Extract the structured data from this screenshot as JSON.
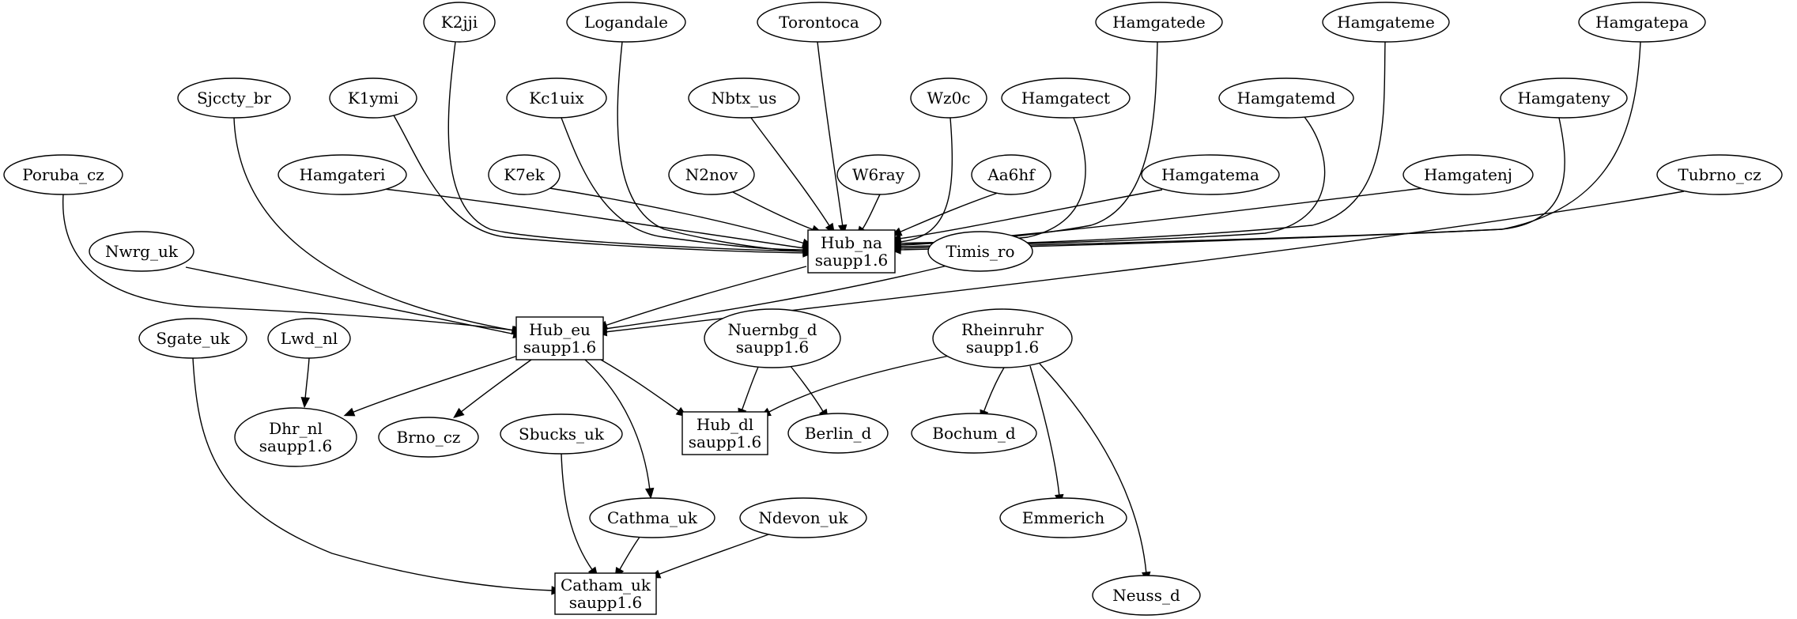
{
  "nodes": [
    {
      "id": "k2jji",
      "shape": "ellipse",
      "lines": [
        "K2jji"
      ]
    },
    {
      "id": "logandale",
      "shape": "ellipse",
      "lines": [
        "Logandale"
      ]
    },
    {
      "id": "torontoca",
      "shape": "ellipse",
      "lines": [
        "Torontoca"
      ]
    },
    {
      "id": "hamgatede",
      "shape": "ellipse",
      "lines": [
        "Hamgatede"
      ]
    },
    {
      "id": "hamgateme",
      "shape": "ellipse",
      "lines": [
        "Hamgateme"
      ]
    },
    {
      "id": "hamgatepa",
      "shape": "ellipse",
      "lines": [
        "Hamgatepa"
      ]
    },
    {
      "id": "sjccty_br",
      "shape": "ellipse",
      "lines": [
        "Sjccty_br"
      ]
    },
    {
      "id": "k1ymi",
      "shape": "ellipse",
      "lines": [
        "K1ymi"
      ]
    },
    {
      "id": "kc1uix",
      "shape": "ellipse",
      "lines": [
        "Kc1uix"
      ]
    },
    {
      "id": "nbtx_us",
      "shape": "ellipse",
      "lines": [
        "Nbtx_us"
      ]
    },
    {
      "id": "wz0c",
      "shape": "ellipse",
      "lines": [
        "Wz0c"
      ]
    },
    {
      "id": "hamgatect",
      "shape": "ellipse",
      "lines": [
        "Hamgatect"
      ]
    },
    {
      "id": "hamgatemd",
      "shape": "ellipse",
      "lines": [
        "Hamgatemd"
      ]
    },
    {
      "id": "hamgateny",
      "shape": "ellipse",
      "lines": [
        "Hamgateny"
      ]
    },
    {
      "id": "poruba_cz",
      "shape": "ellipse",
      "lines": [
        "Poruba_cz"
      ]
    },
    {
      "id": "hamgateri",
      "shape": "ellipse",
      "lines": [
        "Hamgateri"
      ]
    },
    {
      "id": "k7ek",
      "shape": "ellipse",
      "lines": [
        "K7ek"
      ]
    },
    {
      "id": "n2nov",
      "shape": "ellipse",
      "lines": [
        "N2nov"
      ]
    },
    {
      "id": "w6ray",
      "shape": "ellipse",
      "lines": [
        "W6ray"
      ]
    },
    {
      "id": "aa6hf",
      "shape": "ellipse",
      "lines": [
        "Aa6hf"
      ]
    },
    {
      "id": "hamgatema",
      "shape": "ellipse",
      "lines": [
        "Hamgatema"
      ]
    },
    {
      "id": "hamgatenj",
      "shape": "ellipse",
      "lines": [
        "Hamgatenj"
      ]
    },
    {
      "id": "tubrno_cz",
      "shape": "ellipse",
      "lines": [
        "Tubrno_cz"
      ]
    },
    {
      "id": "nwrg_uk",
      "shape": "ellipse",
      "lines": [
        "Nwrg_uk"
      ]
    },
    {
      "id": "hub_na",
      "shape": "box",
      "lines": [
        "Hub_na",
        "saupp1.6"
      ]
    },
    {
      "id": "timis_ro",
      "shape": "ellipse",
      "lines": [
        "Timis_ro"
      ]
    },
    {
      "id": "sgate_uk",
      "shape": "ellipse",
      "lines": [
        "Sgate_uk"
      ]
    },
    {
      "id": "lwd_nl",
      "shape": "ellipse",
      "lines": [
        "Lwd_nl"
      ]
    },
    {
      "id": "hub_eu",
      "shape": "box",
      "lines": [
        "Hub_eu",
        "saupp1.6"
      ]
    },
    {
      "id": "nuernbg_d",
      "shape": "ellipse",
      "lines": [
        "Nuernbg_d",
        "saupp1.6"
      ]
    },
    {
      "id": "rheinruhr",
      "shape": "ellipse",
      "lines": [
        "Rheinruhr",
        "saupp1.6"
      ]
    },
    {
      "id": "dhr_nl",
      "shape": "ellipse",
      "lines": [
        "Dhr_nl",
        "saupp1.6"
      ]
    },
    {
      "id": "brno_cz",
      "shape": "ellipse",
      "lines": [
        "Brno_cz"
      ]
    },
    {
      "id": "sbucks_uk",
      "shape": "ellipse",
      "lines": [
        "Sbucks_uk"
      ]
    },
    {
      "id": "hub_dl",
      "shape": "box",
      "lines": [
        "Hub_dl",
        "saupp1.6"
      ]
    },
    {
      "id": "berlin_d",
      "shape": "ellipse",
      "lines": [
        "Berlin_d"
      ]
    },
    {
      "id": "bochum_d",
      "shape": "ellipse",
      "lines": [
        "Bochum_d"
      ]
    },
    {
      "id": "cathma_uk",
      "shape": "ellipse",
      "lines": [
        "Cathma_uk"
      ]
    },
    {
      "id": "ndevon_uk",
      "shape": "ellipse",
      "lines": [
        "Ndevon_uk"
      ]
    },
    {
      "id": "emmerich",
      "shape": "ellipse",
      "lines": [
        "Emmerich"
      ]
    },
    {
      "id": "catham_uk",
      "shape": "box",
      "lines": [
        "Catham_uk",
        "saupp1.6"
      ]
    },
    {
      "id": "neuss_d",
      "shape": "ellipse",
      "lines": [
        "Neuss_d"
      ]
    }
  ],
  "edges": [
    {
      "from": "k2jji",
      "to": "hub_na"
    },
    {
      "from": "logandale",
      "to": "hub_na"
    },
    {
      "from": "torontoca",
      "to": "hub_na"
    },
    {
      "from": "hamgatede",
      "to": "hub_na"
    },
    {
      "from": "hamgateme",
      "to": "hub_na"
    },
    {
      "from": "hamgatepa",
      "to": "hub_na"
    },
    {
      "from": "k1ymi",
      "to": "hub_na"
    },
    {
      "from": "kc1uix",
      "to": "hub_na"
    },
    {
      "from": "nbtx_us",
      "to": "hub_na"
    },
    {
      "from": "wz0c",
      "to": "hub_na"
    },
    {
      "from": "hamgatect",
      "to": "hub_na"
    },
    {
      "from": "hamgatemd",
      "to": "hub_na"
    },
    {
      "from": "hamgateny",
      "to": "hub_na"
    },
    {
      "from": "hamgateri",
      "to": "hub_na"
    },
    {
      "from": "k7ek",
      "to": "hub_na"
    },
    {
      "from": "n2nov",
      "to": "hub_na"
    },
    {
      "from": "w6ray",
      "to": "hub_na"
    },
    {
      "from": "aa6hf",
      "to": "hub_na"
    },
    {
      "from": "hamgatema",
      "to": "hub_na"
    },
    {
      "from": "hamgatenj",
      "to": "hub_na"
    },
    {
      "from": "sjccty_br",
      "to": "hub_eu"
    },
    {
      "from": "poruba_cz",
      "to": "hub_eu"
    },
    {
      "from": "nwrg_uk",
      "to": "hub_eu"
    },
    {
      "from": "hub_na",
      "to": "hub_eu"
    },
    {
      "from": "timis_ro",
      "to": "hub_eu"
    },
    {
      "from": "tubrno_cz",
      "to": "hub_eu"
    },
    {
      "from": "lwd_nl",
      "to": "dhr_nl"
    },
    {
      "from": "hub_eu",
      "to": "dhr_nl"
    },
    {
      "from": "hub_eu",
      "to": "brno_cz"
    },
    {
      "from": "hub_eu",
      "to": "hub_dl"
    },
    {
      "from": "hub_eu",
      "to": "cathma_uk"
    },
    {
      "from": "nuernbg_d",
      "to": "hub_dl"
    },
    {
      "from": "nuernbg_d",
      "to": "berlin_d"
    },
    {
      "from": "rheinruhr",
      "to": "hub_dl"
    },
    {
      "from": "rheinruhr",
      "to": "bochum_d"
    },
    {
      "from": "rheinruhr",
      "to": "emmerich"
    },
    {
      "from": "rheinruhr",
      "to": "neuss_d"
    },
    {
      "from": "sgate_uk",
      "to": "catham_uk"
    },
    {
      "from": "sbucks_uk",
      "to": "catham_uk"
    },
    {
      "from": "cathma_uk",
      "to": "catham_uk"
    },
    {
      "from": "ndevon_uk",
      "to": "catham_uk"
    }
  ]
}
